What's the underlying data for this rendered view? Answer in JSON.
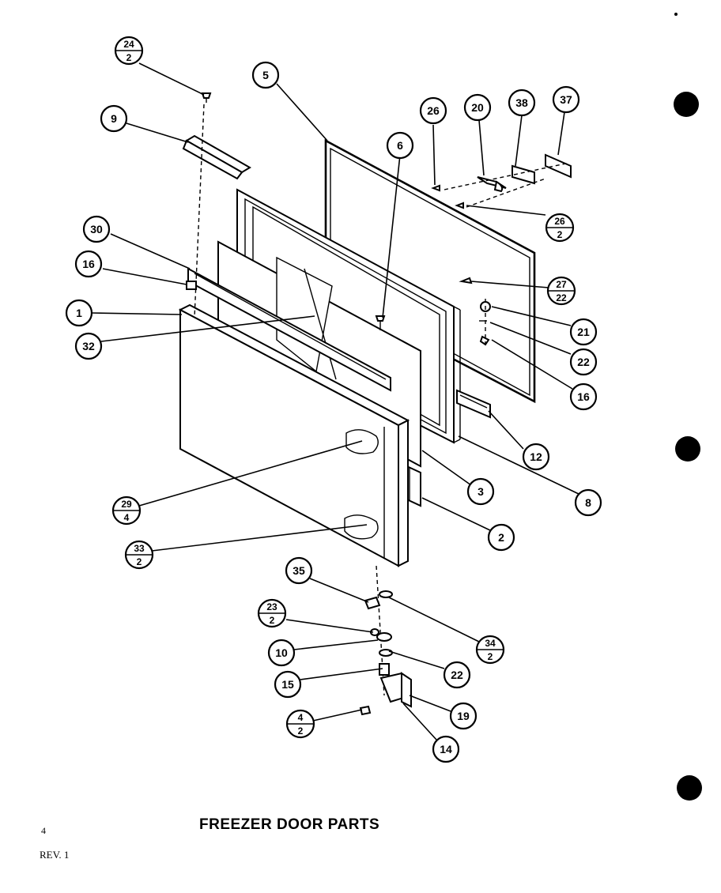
{
  "title": "FREEZER DOOR PARTS",
  "page_number": "4",
  "revision": "REV. 1",
  "callouts": {
    "c1": {
      "label": "1"
    },
    "c2": {
      "label": "2"
    },
    "c3": {
      "label": "3"
    },
    "c5": {
      "label": "5"
    },
    "c6": {
      "label": "6"
    },
    "c8": {
      "label": "8"
    },
    "c9": {
      "label": "9"
    },
    "c10": {
      "label": "10"
    },
    "c12": {
      "label": "12"
    },
    "c14": {
      "label": "14"
    },
    "c15": {
      "label": "15"
    },
    "c16a": {
      "label": "16"
    },
    "c16b": {
      "label": "16"
    },
    "c19": {
      "label": "19"
    },
    "c20": {
      "label": "20"
    },
    "c21": {
      "label": "21"
    },
    "c22a": {
      "label": "22"
    },
    "c22b": {
      "label": "22"
    },
    "c26a": {
      "label": "26"
    },
    "c30": {
      "label": "30"
    },
    "c32": {
      "label": "32"
    },
    "c35": {
      "label": "35"
    },
    "c37": {
      "label": "37"
    },
    "c38": {
      "label": "38"
    },
    "c24": {
      "top": "24",
      "bottom": "2"
    },
    "c26b": {
      "top": "26",
      "bottom": "2"
    },
    "c27": {
      "top": "27",
      "bottom": "22"
    },
    "c29": {
      "top": "29",
      "bottom": "4"
    },
    "c33": {
      "top": "33",
      "bottom": "2"
    },
    "c23": {
      "top": "23",
      "bottom": "2"
    },
    "c34": {
      "top": "34",
      "bottom": "2"
    },
    "c4": {
      "top": "4",
      "bottom": "2"
    }
  }
}
